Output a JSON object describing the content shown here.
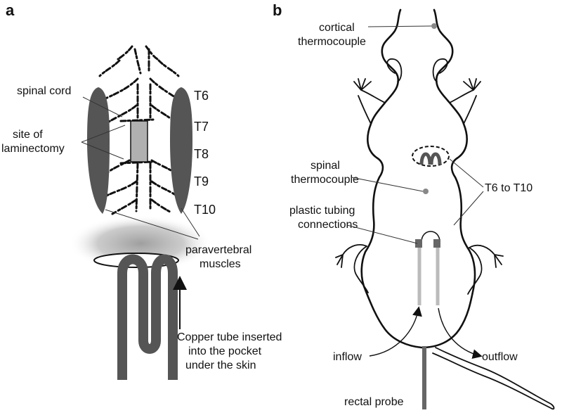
{
  "panel_a": {
    "letter": "a",
    "vertebrae": [
      "T6",
      "T7",
      "T8",
      "T9",
      "T10"
    ],
    "label_spinal_cord": "spinal cord",
    "label_site_line1": "site of",
    "label_site_line2": "laminectomy",
    "label_muscles_line1": "paravertebral",
    "label_muscles_line2": "muscles",
    "label_copper_line1": "Copper tube inserted",
    "label_copper_line2": "into the pocket",
    "label_copper_line3": "under the skin"
  },
  "panel_b": {
    "letter": "b",
    "label_cortical_line1": "cortical",
    "label_cortical_line2": "thermocouple",
    "label_spinal_line1": "spinal",
    "label_spinal_line2": "thermocouple",
    "label_tubing_line1": "plastic tubing",
    "label_tubing_line2": "connections",
    "label_range": "T6 to T10",
    "label_inflow": "inflow",
    "label_outflow": "outflow",
    "label_rectal": "rectal probe"
  },
  "colors": {
    "muscle": "#555555",
    "laminectomy": "#b0b0b0",
    "copper_tube": "#555555",
    "glow": "#a0a0a0",
    "thermocouple_dot": "#888888",
    "tubing": "#bbbbbb"
  }
}
